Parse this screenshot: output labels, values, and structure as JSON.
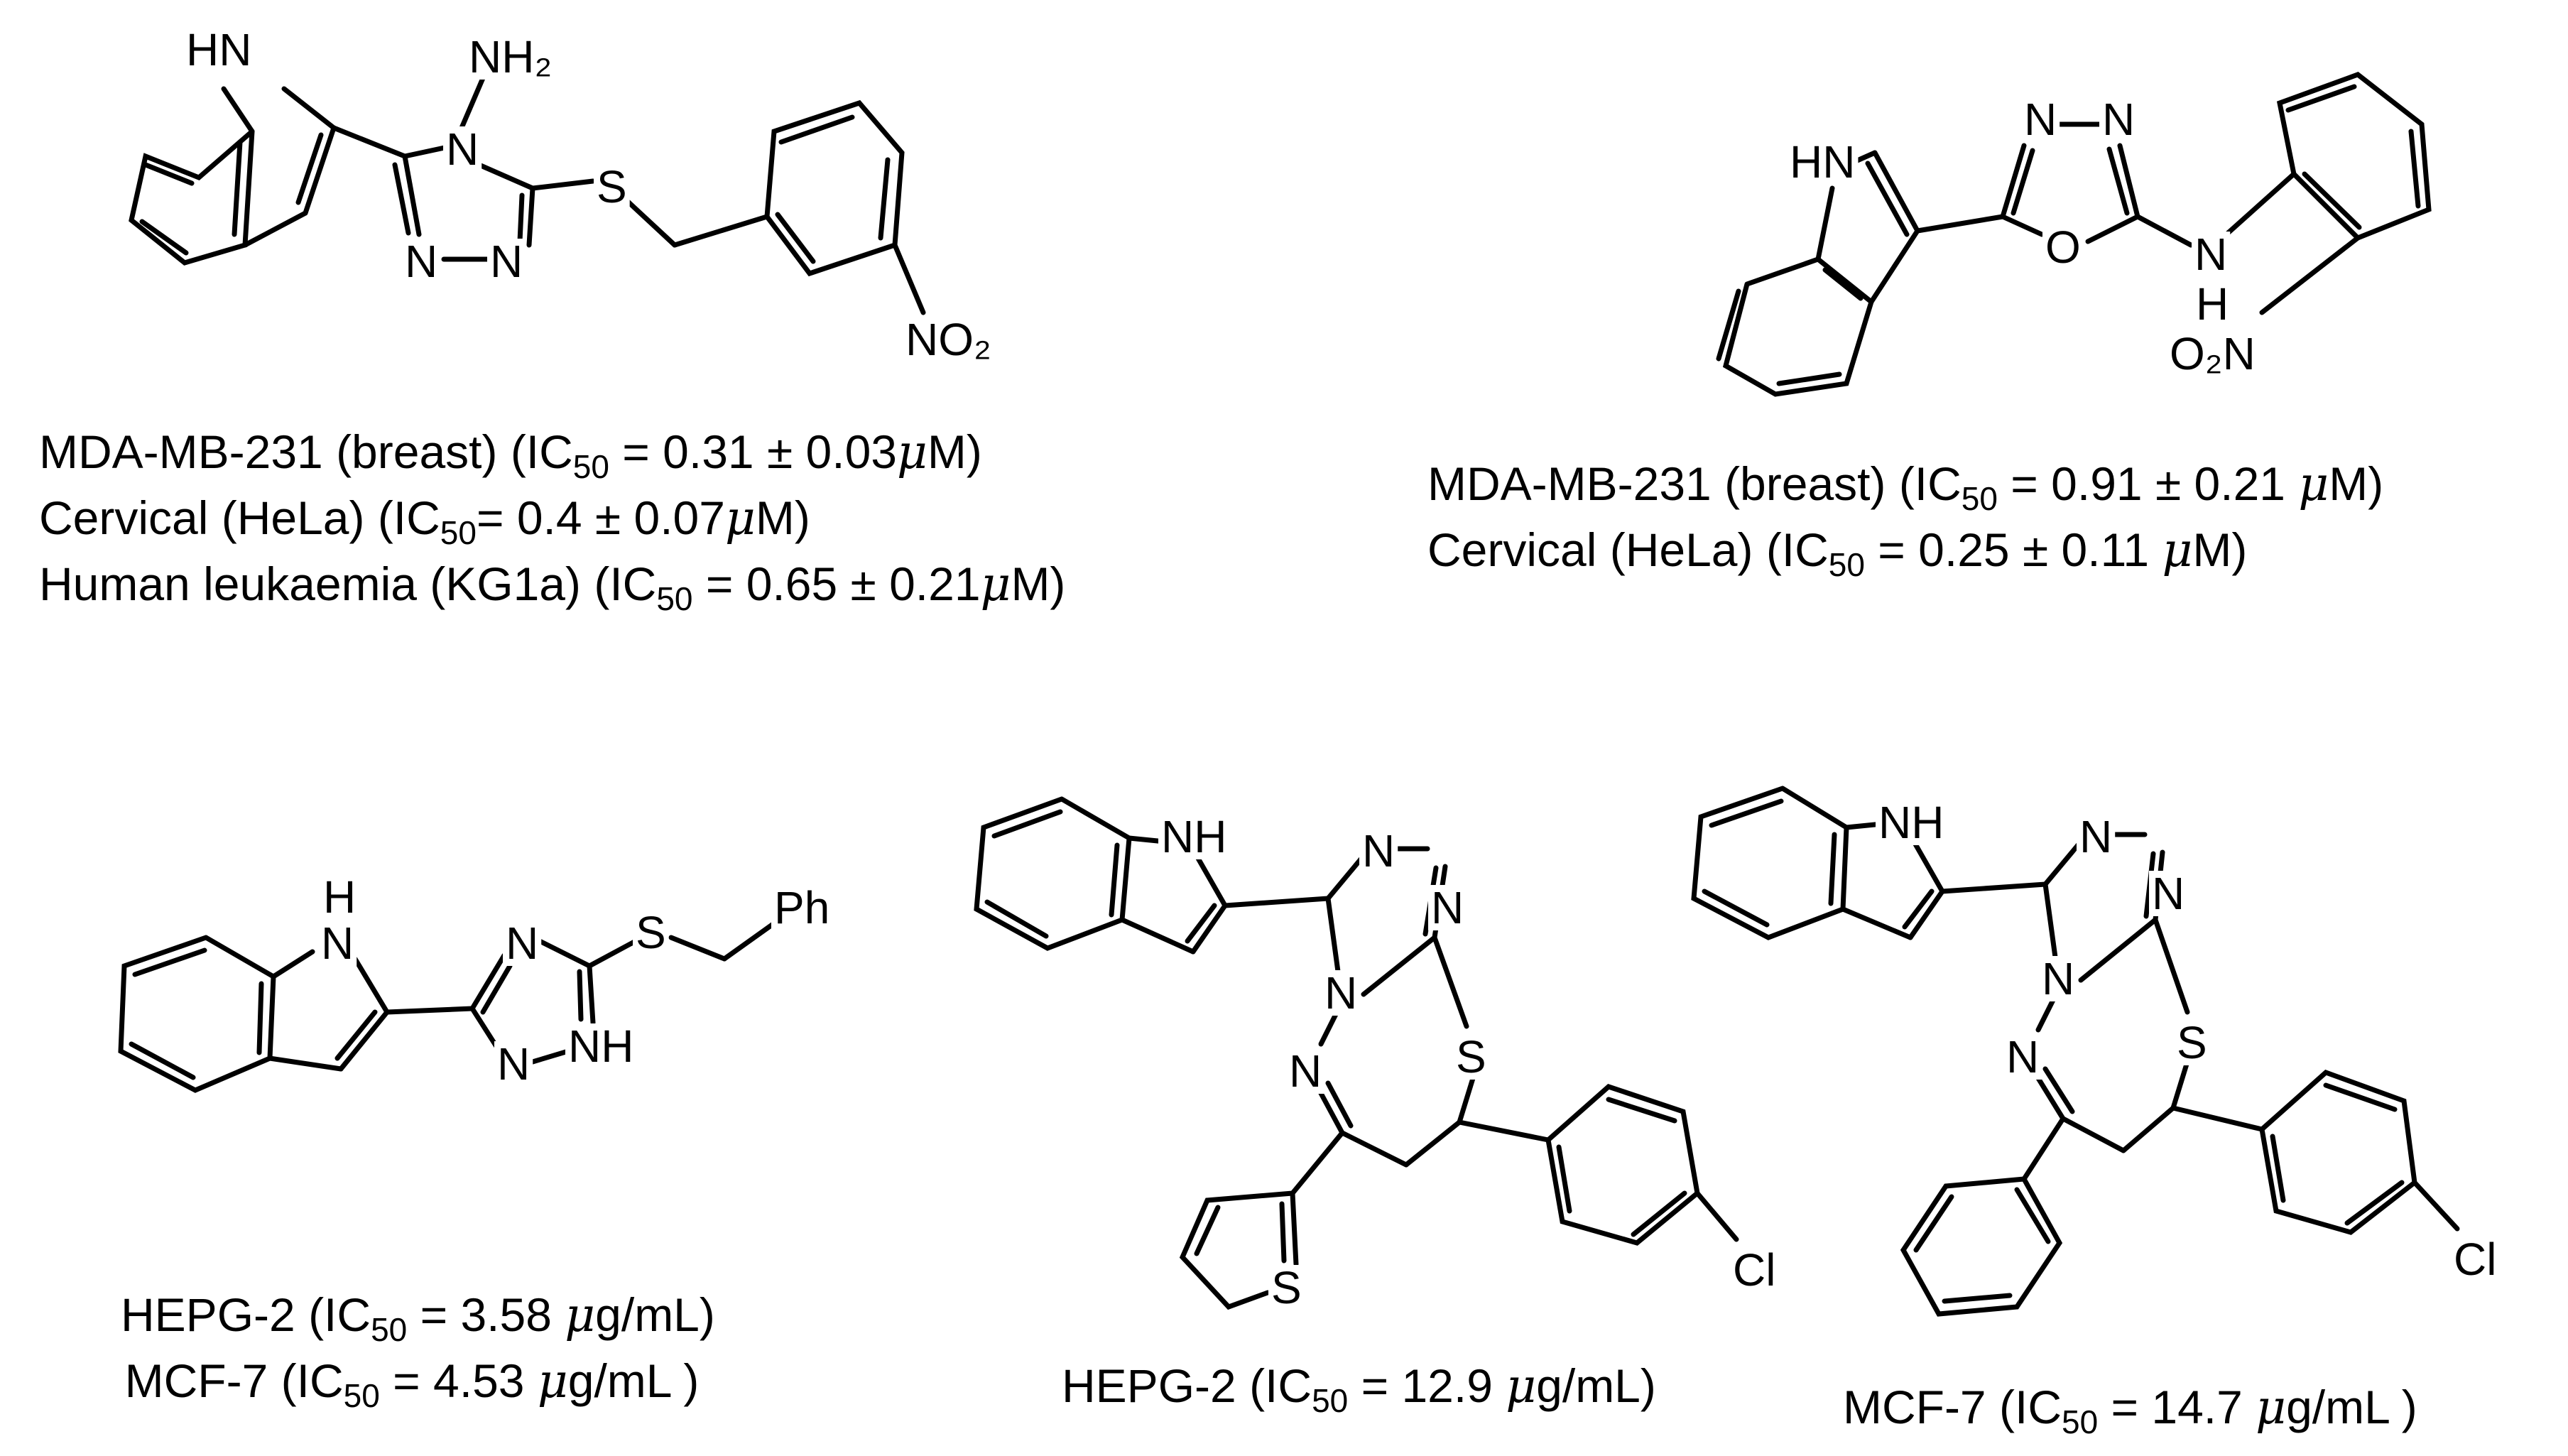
{
  "compounds": [
    {
      "id": "c1",
      "atoms": {
        "nh_indole": "HN",
        "nh2": "NH₂",
        "n4": "N",
        "n1": "N",
        "n2": "N",
        "s": "S",
        "no2": "NO₂"
      },
      "activities": [
        {
          "cell": "MDA-MB-231 (breast)",
          "prefix": "(IC",
          "sub": "50",
          "value": " = 0.31 ± 0.03",
          "unit_mu": "μ",
          "unit": "M)"
        },
        {
          "cell": "Cervical (HeLa)",
          "prefix": "(IC",
          "sub": "50",
          "value": "= 0.4 ± 0.07",
          "unit_mu": "μ",
          "unit": "M)"
        },
        {
          "cell": "Human leukaemia (KG1a)",
          "prefix": " (IC",
          "sub": "50",
          "value": " = 0.65 ± 0.21",
          "unit_mu": "μ",
          "unit": "M)"
        }
      ]
    },
    {
      "id": "c2",
      "atoms": {
        "nh_indole": "HN",
        "n3": "N",
        "n4": "N",
        "o": "O",
        "nh": "N",
        "h": "H",
        "no2": "O₂N"
      },
      "activities": [
        {
          "cell": "MDA-MB-231 (breast)",
          "prefix": "(IC",
          "sub": "50",
          "value": " = 0.91 ± 0.21 ",
          "unit_mu": "μ",
          "unit": "M)"
        },
        {
          "cell": "Cervical (HeLa)",
          "prefix": "(IC",
          "sub": "50",
          "value": " = 0.25 ± 0.11 ",
          "unit_mu": "μ",
          "unit": "M)"
        }
      ]
    },
    {
      "id": "c3",
      "atoms": {
        "nh_indole_h": "H",
        "nh_indole_n": "N",
        "n4": "N",
        "n1": "N",
        "nh": "NH",
        "s": "S",
        "ph": "Ph"
      },
      "activities": [
        {
          "cell": "HEPG-2",
          "prefix": "(IC",
          "sub": "50",
          "value": " = 3.58 ",
          "unit_mu": "μ",
          "unit": "g/mL)"
        },
        {
          "cell": "MCF-7",
          "prefix": "(IC",
          "sub": "50",
          "value": " = 4.53 ",
          "unit_mu": "μ",
          "unit": "g/mL )"
        }
      ]
    },
    {
      "id": "c4",
      "atoms": {
        "nh_indole": "NH",
        "n1": "N",
        "n2": "N",
        "n4": "N",
        "n_az": "N",
        "s_ring": "S",
        "s_thio": "S",
        "cl": "Cl"
      },
      "activities": [
        {
          "cell": "HEPG-2",
          "prefix": "(IC",
          "sub": "50",
          "value": " = 12.9 ",
          "unit_mu": "μ",
          "unit": "g/mL)"
        }
      ]
    },
    {
      "id": "c5",
      "atoms": {
        "nh_indole": "NH",
        "n1": "N",
        "n2": "N",
        "n4": "N",
        "n_az": "N",
        "s_ring": "S",
        "cl": "Cl"
      },
      "activities": [
        {
          "cell": "MCF-7",
          "prefix": "(IC",
          "sub": "50",
          "value": " = 14.7 ",
          "unit_mu": "μ",
          "unit": "g/mL )"
        }
      ]
    }
  ]
}
